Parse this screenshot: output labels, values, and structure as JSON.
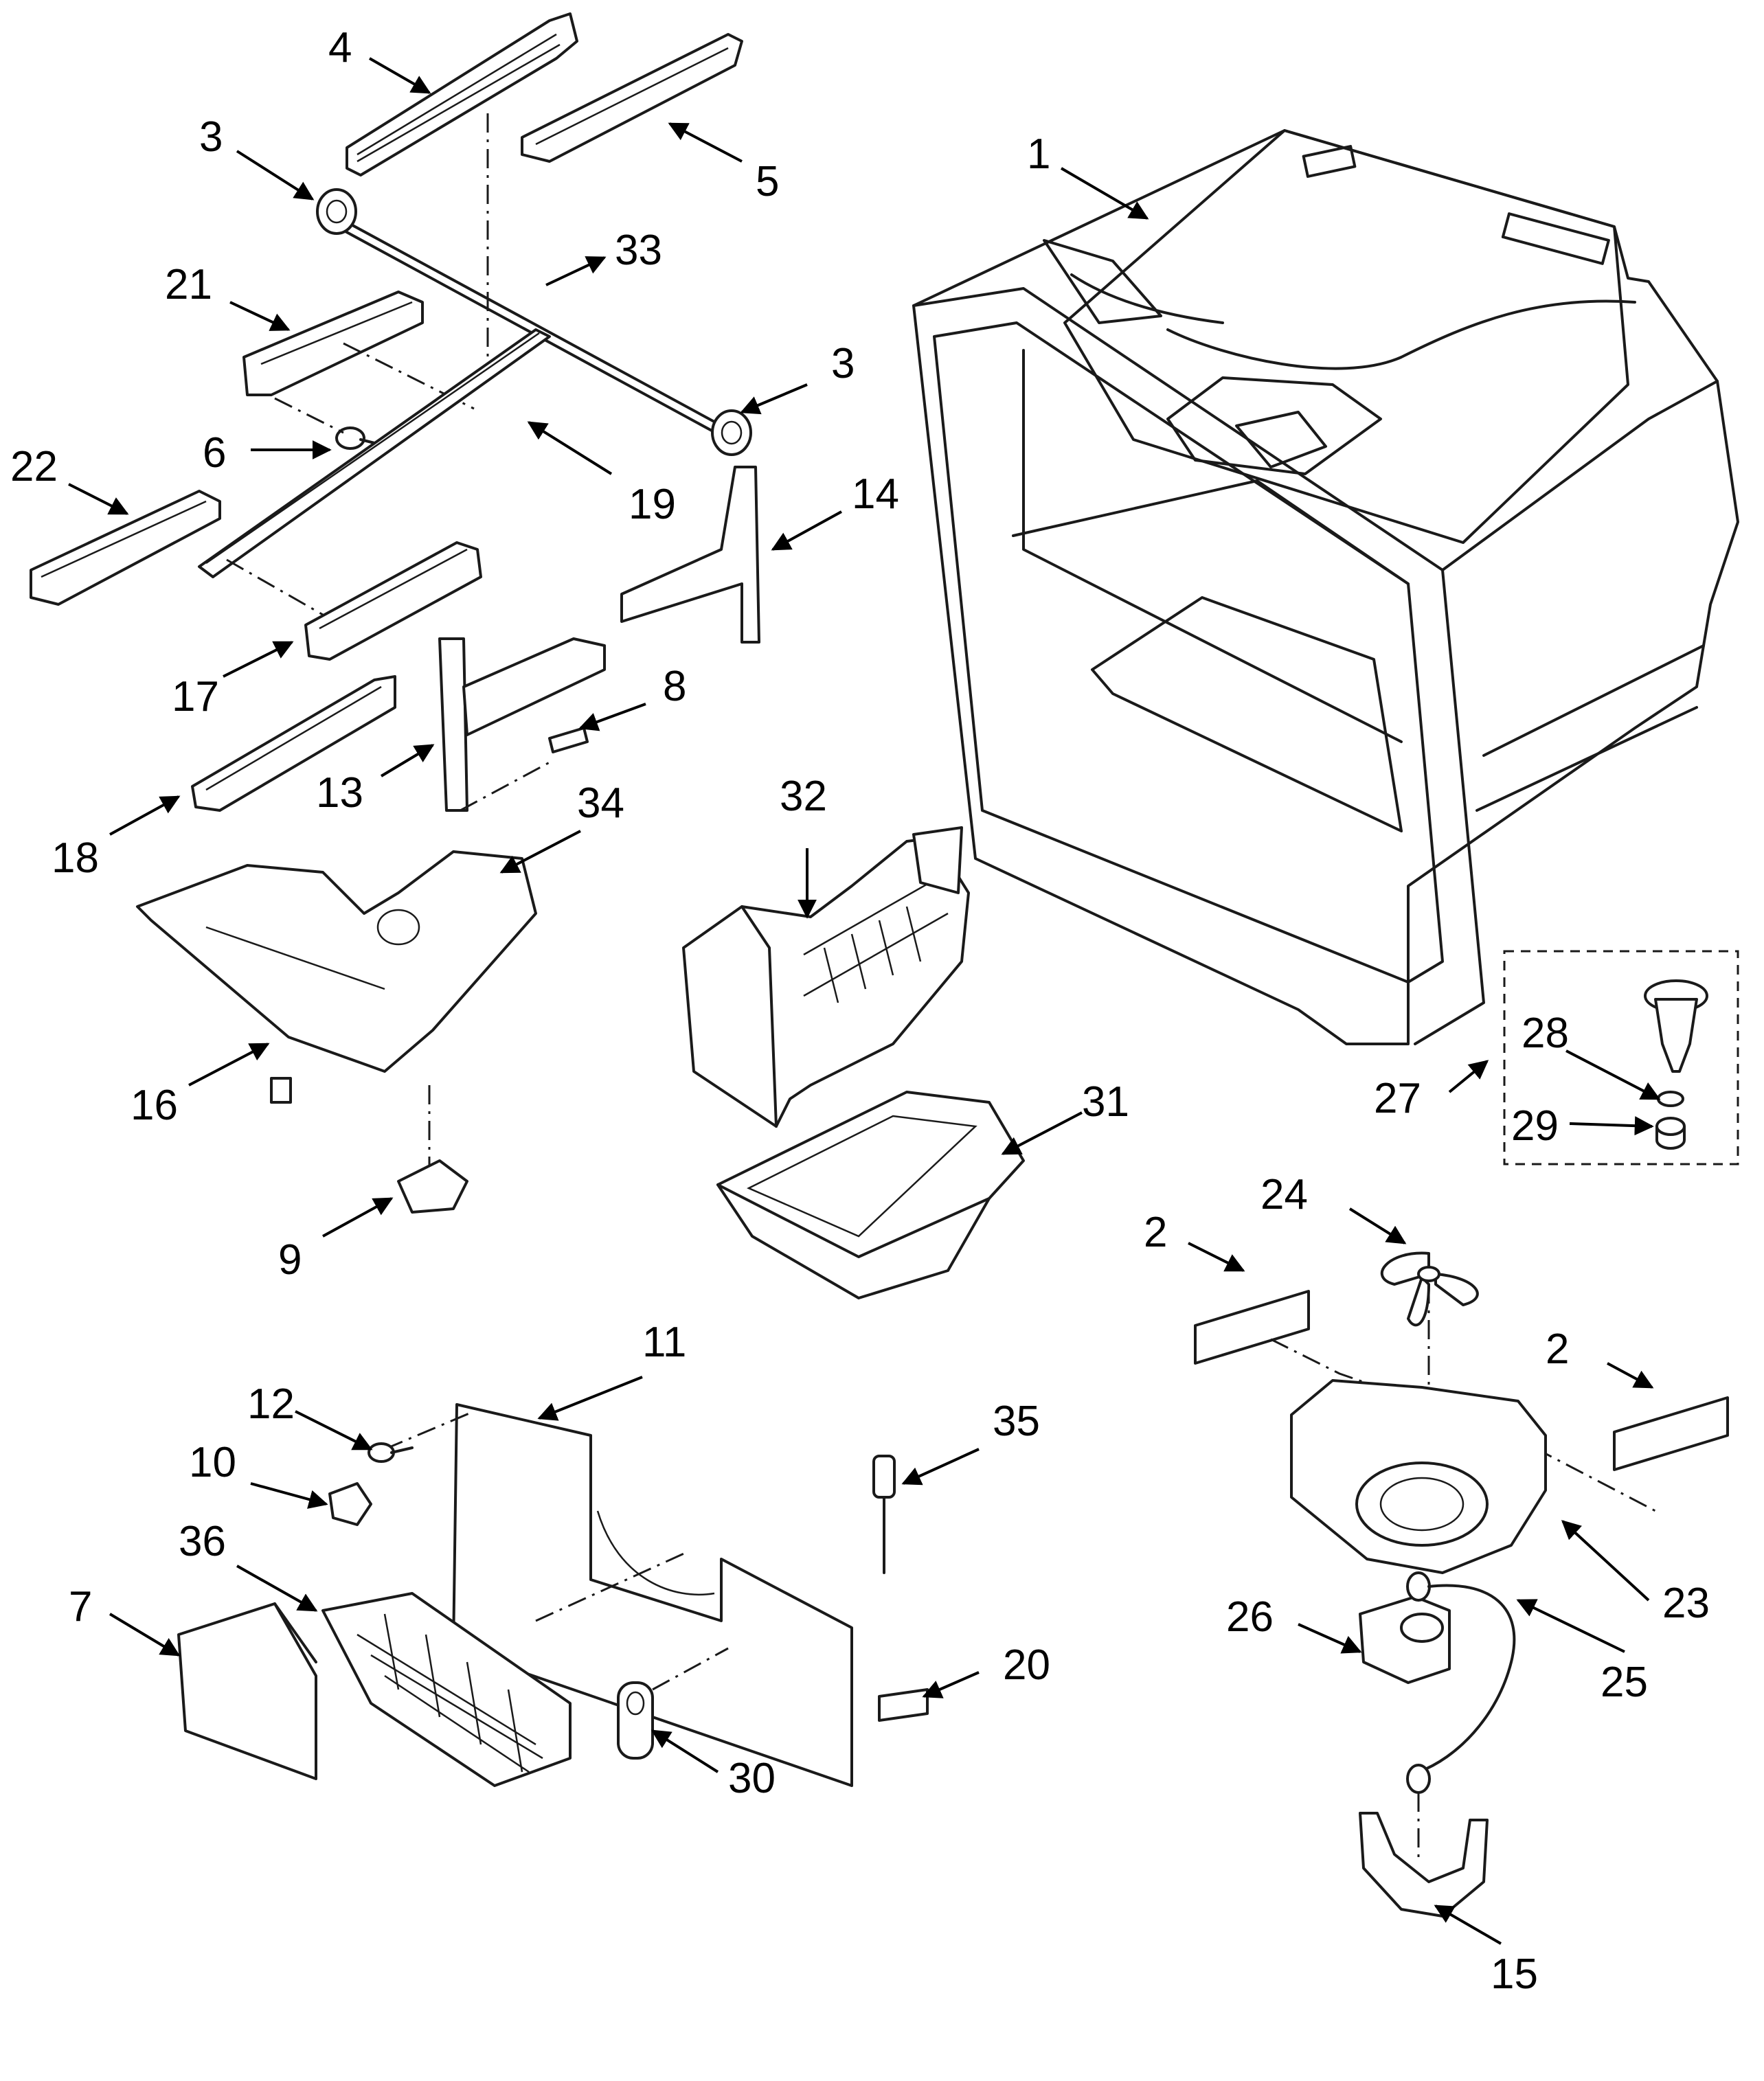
{
  "callouts": [
    {
      "id": "c1",
      "text": "1"
    },
    {
      "id": "c2a",
      "text": "2"
    },
    {
      "id": "c2b",
      "text": "2"
    },
    {
      "id": "c3a",
      "text": "3"
    },
    {
      "id": "c3b",
      "text": "3"
    },
    {
      "id": "c4",
      "text": "4"
    },
    {
      "id": "c5",
      "text": "5"
    },
    {
      "id": "c6",
      "text": "6"
    },
    {
      "id": "c7",
      "text": "7"
    },
    {
      "id": "c8",
      "text": "8"
    },
    {
      "id": "c9",
      "text": "9"
    },
    {
      "id": "c10",
      "text": "10"
    },
    {
      "id": "c11",
      "text": "11"
    },
    {
      "id": "c12",
      "text": "12"
    },
    {
      "id": "c13",
      "text": "13"
    },
    {
      "id": "c14",
      "text": "14"
    },
    {
      "id": "c15",
      "text": "15"
    },
    {
      "id": "c16",
      "text": "16"
    },
    {
      "id": "c17",
      "text": "17"
    },
    {
      "id": "c18",
      "text": "18"
    },
    {
      "id": "c19",
      "text": "19"
    },
    {
      "id": "c20",
      "text": "20"
    },
    {
      "id": "c21",
      "text": "21"
    },
    {
      "id": "c22",
      "text": "22"
    },
    {
      "id": "c23",
      "text": "23"
    },
    {
      "id": "c24",
      "text": "24"
    },
    {
      "id": "c25",
      "text": "25"
    },
    {
      "id": "c26",
      "text": "26"
    },
    {
      "id": "c27",
      "text": "27"
    },
    {
      "id": "c28",
      "text": "28"
    },
    {
      "id": "c29",
      "text": "29"
    },
    {
      "id": "c30",
      "text": "30"
    },
    {
      "id": "c31",
      "text": "31"
    },
    {
      "id": "c32",
      "text": "32"
    },
    {
      "id": "c33",
      "text": "33"
    },
    {
      "id": "c34",
      "text": "34"
    },
    {
      "id": "c35",
      "text": "35"
    },
    {
      "id": "c36",
      "text": "36"
    }
  ]
}
